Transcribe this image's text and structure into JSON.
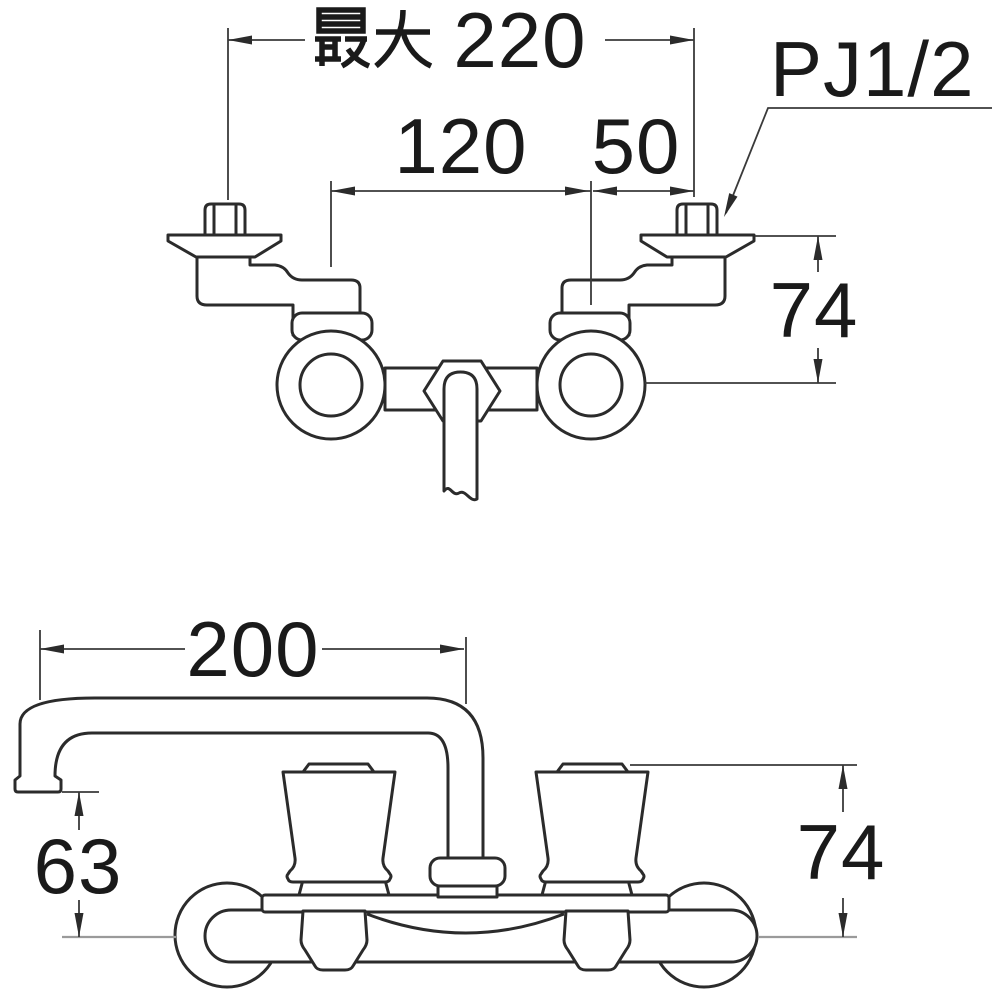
{
  "drawing": {
    "description": "Technical dimension drawing of a wall-mounted two-handle mixing faucet, plan view (top) and front view (bottom)",
    "background": "#ffffff",
    "line_color": "#2b2b2b",
    "dimension_line_color": "#3a3a3a",
    "centerline_color": "#9a9a9a",
    "text_color": "#1a1a1a"
  },
  "top_view": {
    "name": "plan view",
    "dim_max_span": {
      "label_full": "最大220",
      "kanji": "最大",
      "value": "220"
    },
    "dim_pitch": {
      "value": "120"
    },
    "dim_offset": {
      "value": "50"
    },
    "dim_depth": {
      "value": "74"
    },
    "thread_callout": {
      "label": "PJ1/2"
    }
  },
  "front_view": {
    "name": "front view",
    "dim_spout_reach": {
      "value": "200"
    },
    "dim_spout_drop": {
      "value": "63"
    },
    "dim_height": {
      "value": "74"
    }
  }
}
